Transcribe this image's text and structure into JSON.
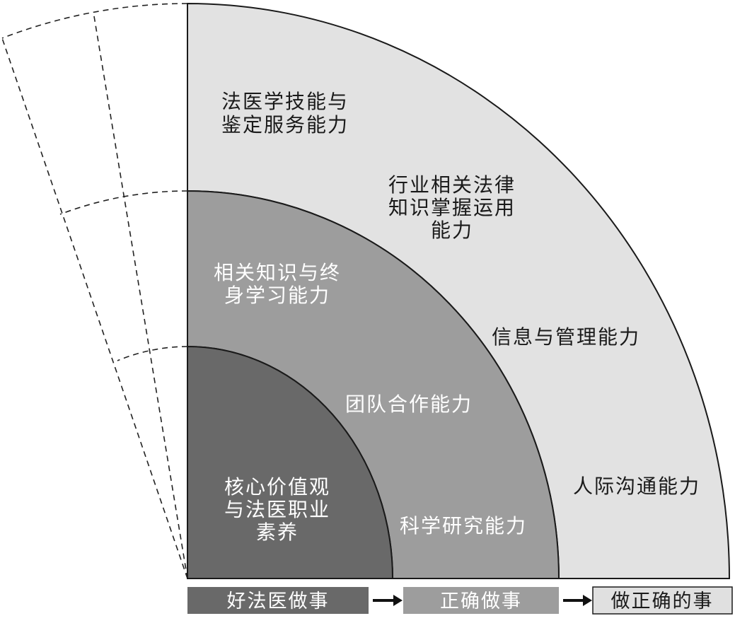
{
  "diagram": {
    "type": "layered-quarter-fan-competency-model",
    "colors": {
      "inner_ring": "#696969",
      "middle_ring": "#9d9d9d",
      "outer_ring": "#e2e2e2",
      "outline": "#1a1a1a",
      "dashed_line": "#222222"
    },
    "inner_ring": {
      "core_values": {
        "lines": [
          "核心价值观",
          "与法医职业",
          "素养"
        ]
      }
    },
    "middle_ring": {
      "lifelong_learning": {
        "lines": [
          "相关知识与终",
          "身学习能力"
        ]
      },
      "teamwork": "团队合作能力",
      "scientific_research": "科学研究能力"
    },
    "outer_ring": {
      "forensic_skills": {
        "lines": [
          "法医学技能与",
          "鉴定服务能力"
        ]
      },
      "legal_knowledge": {
        "lines": [
          "行业相关法律",
          "知识掌握运用",
          "能力"
        ]
      },
      "information_management": "信息与管理能力",
      "interpersonal_communication": "人际沟通能力"
    },
    "bottom_flow": {
      "steps": [
        {
          "label": "好法医做事",
          "bg": "#696969",
          "text_color": "#ffffff"
        },
        {
          "label": "正确做事",
          "bg": "#9d9d9d",
          "text_color": "#ffffff"
        },
        {
          "label": "做正确的事",
          "bg": "#e0e0e0",
          "text_color": "#1a1a1a"
        }
      ]
    }
  }
}
